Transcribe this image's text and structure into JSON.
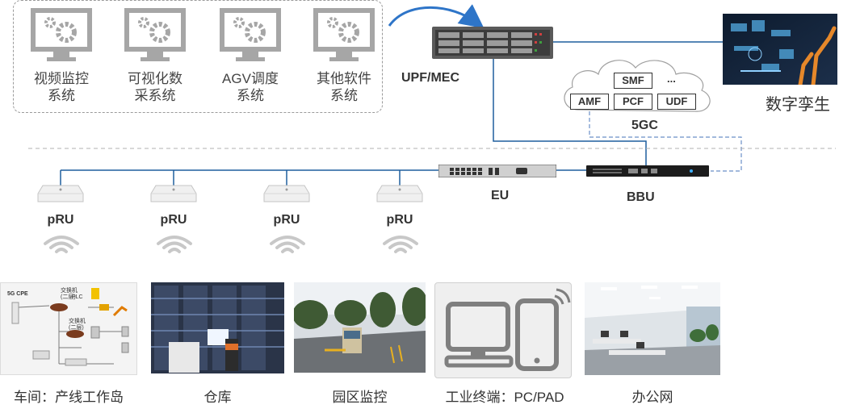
{
  "systems": [
    {
      "label": "视频监控\n系统"
    },
    {
      "label": "可视化数\n采系统"
    },
    {
      "label": "AGV调度\n系统"
    },
    {
      "label": "其他软件\n系统"
    }
  ],
  "upf": {
    "label": "UPF/MEC"
  },
  "core": {
    "label": "5GC",
    "functions": [
      "SMF",
      "...",
      "AMF",
      "PCF",
      "UDF"
    ]
  },
  "twin": {
    "label": "数字孪生"
  },
  "eu": {
    "label": "EU"
  },
  "bbu": {
    "label": "BBU"
  },
  "prus": [
    {
      "label": "pRU"
    },
    {
      "label": "pRU"
    },
    {
      "label": "pRU"
    },
    {
      "label": "pRU"
    }
  ],
  "scenes": [
    {
      "caption": "车间：产线工作岛"
    },
    {
      "caption": "仓库"
    },
    {
      "caption": "园区监控"
    },
    {
      "caption": "工业终端：PC/PAD"
    },
    {
      "caption": "办公网"
    }
  ],
  "workshop": {
    "cpe": "5G CPE",
    "switch1": "交换机\n(二层)",
    "plc": "PLC",
    "switch2": "交换机\n(二层)"
  },
  "colors": {
    "link": "#1f5f9e",
    "arrow": "#2e75c8",
    "dashed": "#6b8fc7",
    "wave": "#c8c8c8"
  }
}
